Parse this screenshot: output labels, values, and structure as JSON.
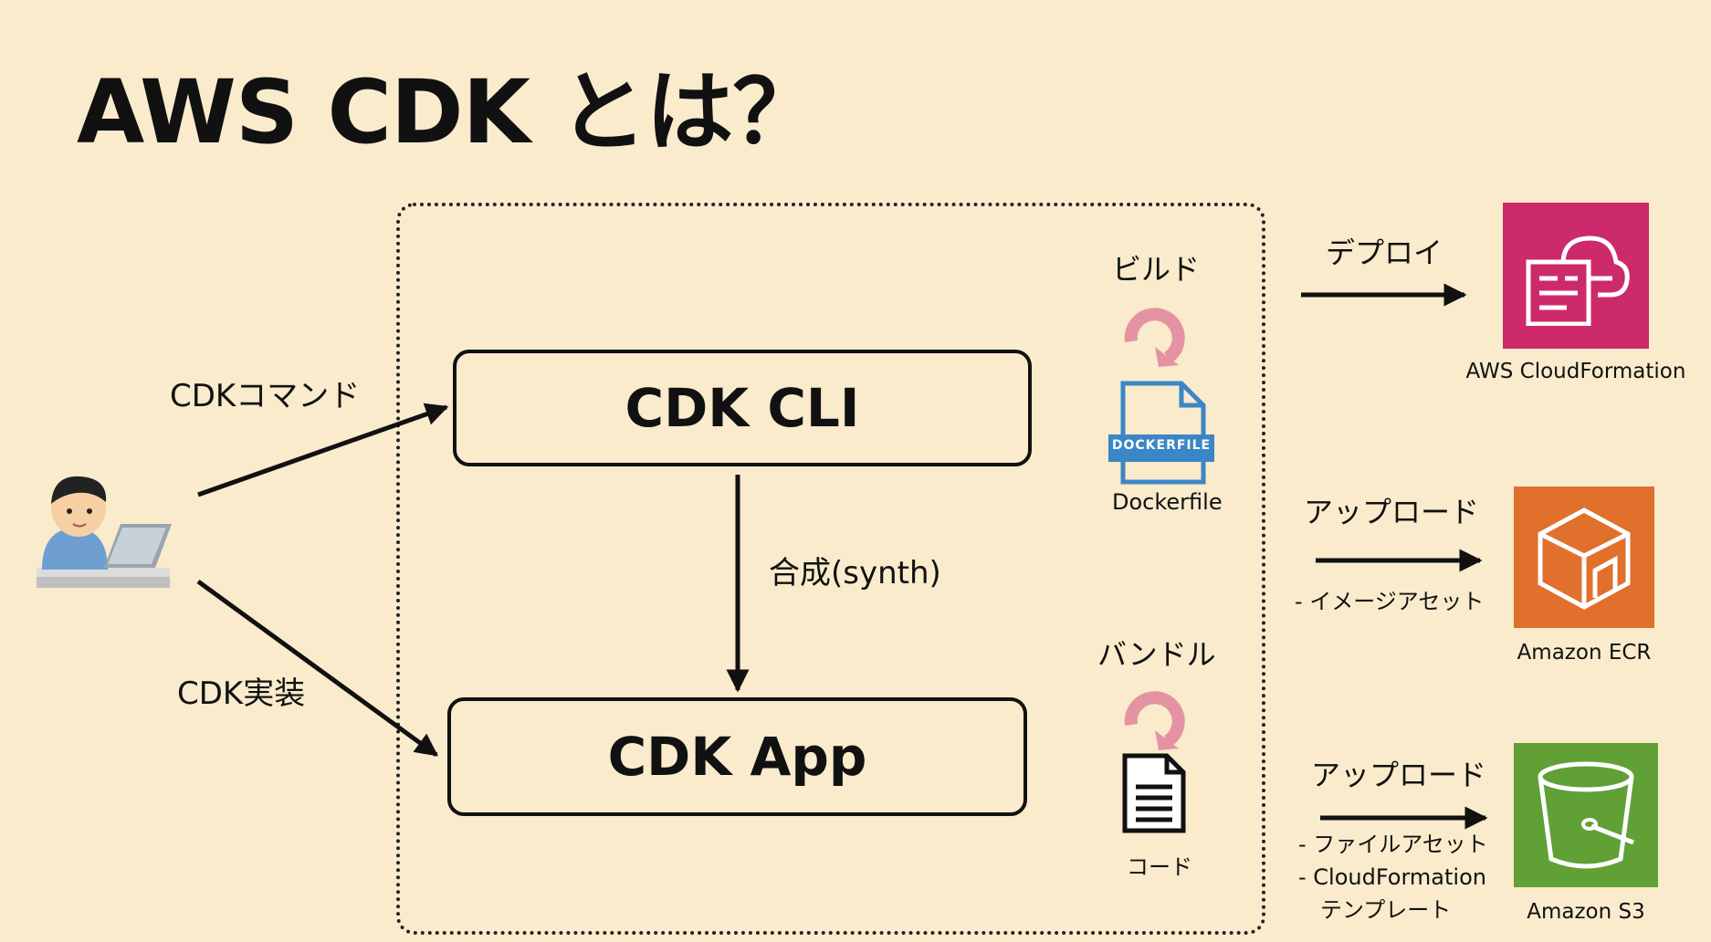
{
  "slide": {
    "title": "AWS CDK とは？"
  },
  "nodes": {
    "cli": "CDK CLI",
    "app": "CDK App"
  },
  "edges": {
    "command": "CDKコマンド",
    "implement": "CDK実装",
    "synth": "合成(synth)"
  },
  "build": {
    "label": "ビルド",
    "file_label": "Dockerfile",
    "badge": "DOCKERFILE"
  },
  "bundle": {
    "label": "バンドル",
    "file_label": "コード"
  },
  "targets": {
    "deploy": {
      "action": "デプロイ",
      "service": "AWS CloudFormation"
    },
    "ecr": {
      "action": "アップロード",
      "notes": [
        "- イメージアセット"
      ],
      "service": "Amazon ECR"
    },
    "s3": {
      "action": "アップロード",
      "notes": [
        "- ファイルアセット",
        "- CloudFormation",
        "テンプレート"
      ],
      "service": "Amazon S3"
    }
  },
  "colors": {
    "background": "#f9ebcc",
    "cloudformation": "#cc2a6a",
    "ecr": "#e0702c",
    "s3": "#60a035",
    "cycle": "#e493a3",
    "docker_blue": "#3b86c6"
  },
  "icons": {
    "user": "person-at-laptop-icon",
    "cycle": "refresh-cycle-icon",
    "dockerfile": "dockerfile-document-icon",
    "code": "text-document-icon",
    "cloudformation": "cloudformation-icon",
    "ecr": "ecr-icon",
    "s3": "s3-bucket-icon"
  }
}
